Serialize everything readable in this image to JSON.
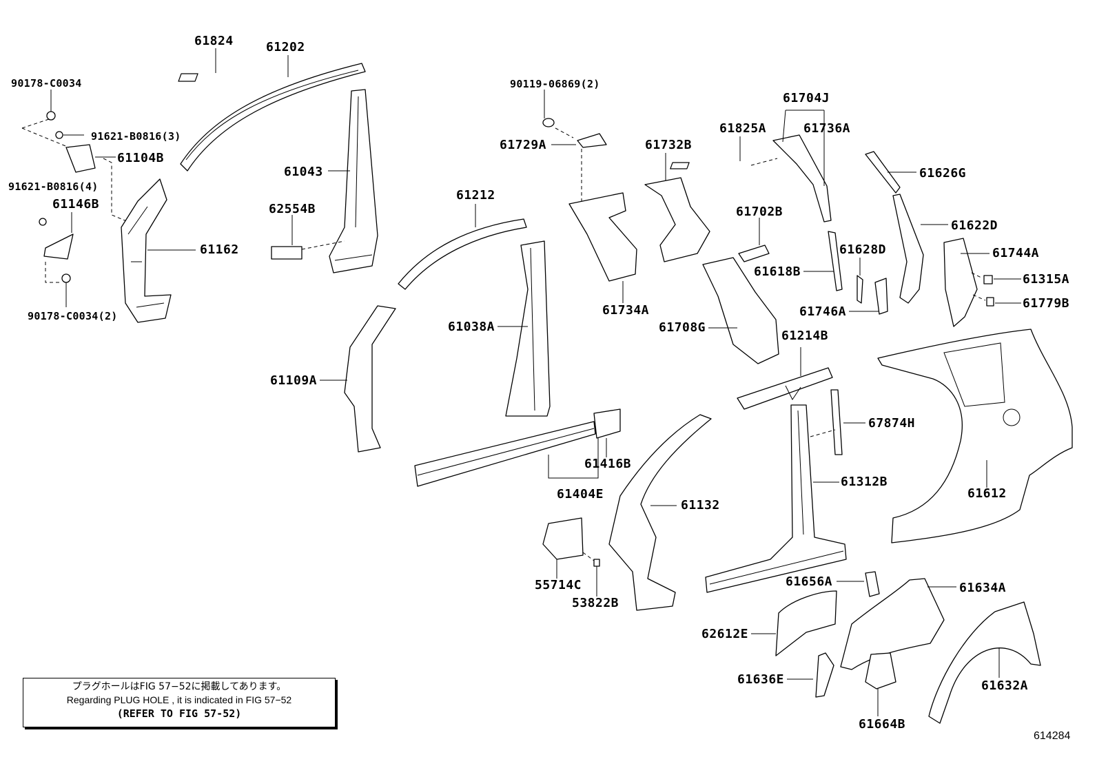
{
  "labels": [
    {
      "id": "p61824",
      "text": "61824"
    },
    {
      "id": "p61202",
      "text": "61202"
    },
    {
      "id": "p90178a",
      "text": "90178-C0034"
    },
    {
      "id": "p91621a",
      "text": "91621-B0816(3)"
    },
    {
      "id": "p61104B",
      "text": "61104B"
    },
    {
      "id": "p91621b",
      "text": "91621-B0816(4)"
    },
    {
      "id": "p61146B",
      "text": "61146B"
    },
    {
      "id": "p61162",
      "text": "61162"
    },
    {
      "id": "p90178b",
      "text": "90178-C0034(2)"
    },
    {
      "id": "p61043",
      "text": "61043"
    },
    {
      "id": "p62554B",
      "text": "62554B"
    },
    {
      "id": "p90119",
      "text": "90119-06869(2)"
    },
    {
      "id": "p61729A",
      "text": "61729A"
    },
    {
      "id": "p61732B",
      "text": "61732B"
    },
    {
      "id": "p61704J",
      "text": "61704J"
    },
    {
      "id": "p61825A",
      "text": "61825A"
    },
    {
      "id": "p61736A",
      "text": "61736A"
    },
    {
      "id": "p61626G",
      "text": "61626G"
    },
    {
      "id": "p61212",
      "text": "61212"
    },
    {
      "id": "p61702B",
      "text": "61702B"
    },
    {
      "id": "p61622D",
      "text": "61622D"
    },
    {
      "id": "p61628D",
      "text": "61628D"
    },
    {
      "id": "p61618B",
      "text": "61618B"
    },
    {
      "id": "p61744A",
      "text": "61744A"
    },
    {
      "id": "p61315A",
      "text": "61315A"
    },
    {
      "id": "p61779B",
      "text": "61779B"
    },
    {
      "id": "p61734A",
      "text": "61734A"
    },
    {
      "id": "p61746A",
      "text": "61746A"
    },
    {
      "id": "p61038A",
      "text": "61038A"
    },
    {
      "id": "p61708G",
      "text": "61708G"
    },
    {
      "id": "p61214B",
      "text": "61214B"
    },
    {
      "id": "p61109A",
      "text": "61109A"
    },
    {
      "id": "p67874H",
      "text": "67874H"
    },
    {
      "id": "p61416B",
      "text": "61416B"
    },
    {
      "id": "p61404E",
      "text": "61404E"
    },
    {
      "id": "p61312B",
      "text": "61312B"
    },
    {
      "id": "p61612",
      "text": "61612"
    },
    {
      "id": "p61132",
      "text": "61132"
    },
    {
      "id": "p55714C",
      "text": "55714C"
    },
    {
      "id": "p53822B",
      "text": "53822B"
    },
    {
      "id": "p61656A",
      "text": "61656A"
    },
    {
      "id": "p61634A",
      "text": "61634A"
    },
    {
      "id": "p62612E",
      "text": "62612E"
    },
    {
      "id": "p61636E",
      "text": "61636E"
    },
    {
      "id": "p61632A",
      "text": "61632A"
    },
    {
      "id": "p61664B",
      "text": "61664B"
    }
  ],
  "note": {
    "line1": "プラグホールはFIG 57−52に掲載してあります。",
    "line2": "Regarding  PLUG HOLE , it is indicated in FIG  57−52",
    "line3": "(REFER TO FIG 57-52)"
  },
  "figure_number": "614284"
}
